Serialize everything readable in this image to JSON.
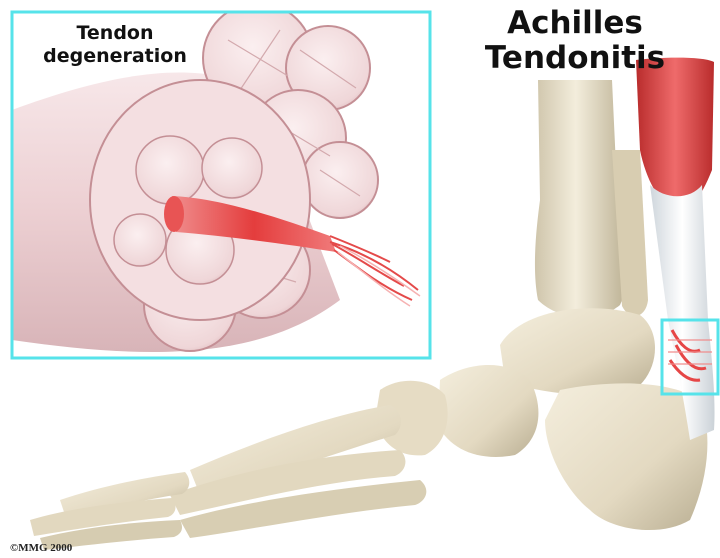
{
  "title": {
    "line1": "Achilles",
    "line2": "Tendonitis"
  },
  "inset": {
    "label_line1": "Tendon",
    "label_line2": "degeneration",
    "frame_color": "#56e3ea"
  },
  "copyright": "©MMG 2000",
  "colors": {
    "bone": "#e9e1cc",
    "bone_shadow": "#b9ae92",
    "tendon": "#efe9e6",
    "inflamed": "#e23a3a",
    "muscle": "#d64848"
  }
}
